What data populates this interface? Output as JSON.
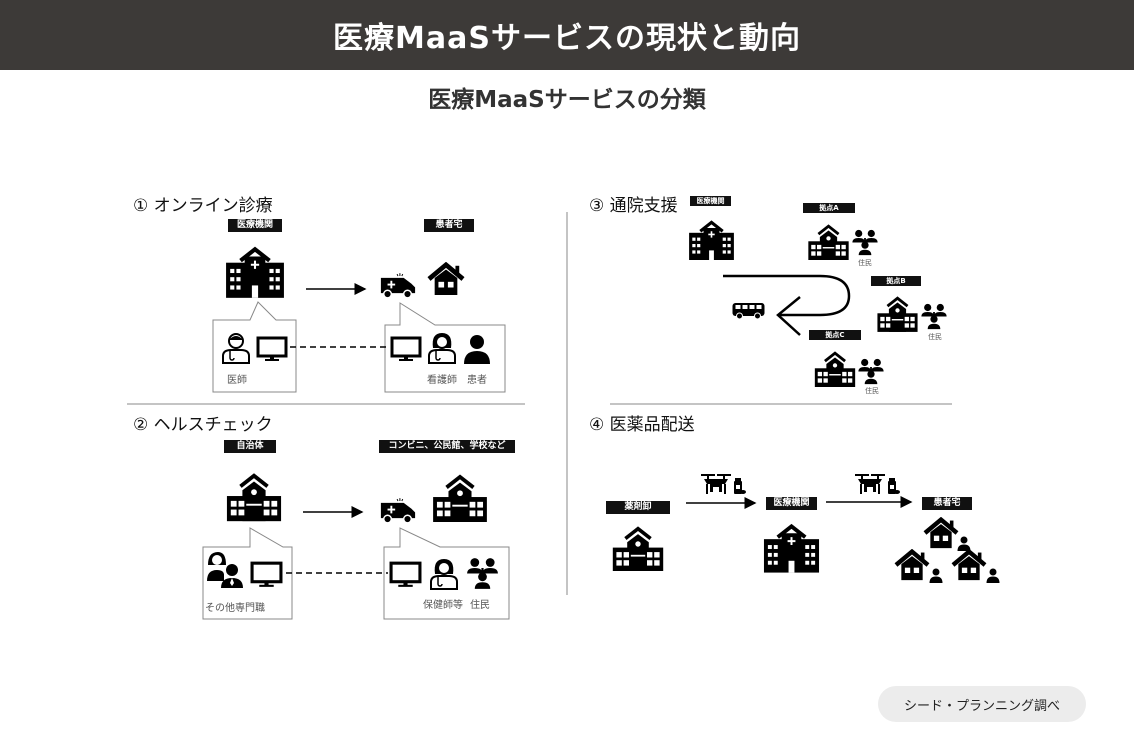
{
  "header": {
    "title": "医療MaaSサービスの現状と動向"
  },
  "subtitle": "医療MaaSサービスの分類",
  "sections": {
    "online": {
      "title": "① オンライン診療",
      "tag_from": "医療機関",
      "tag_to": "患者宅",
      "doctor": "医師",
      "nurse": "看護師",
      "patient": "患者"
    },
    "health": {
      "title": "② ヘルスチェック",
      "tag_from": "自治体",
      "tag_to": "コンビニ、公民館、学校など",
      "specialists": "その他専門職",
      "nurses": "保健師等",
      "residents": "住民"
    },
    "transport": {
      "title": "③ 通院支援",
      "tag_hospital": "医療機関",
      "tag_a": "拠点A",
      "tag_b": "拠点B",
      "tag_c": "拠点C",
      "residents": "住民"
    },
    "delivery": {
      "title": "④ 医薬品配送",
      "tag_wholesale": "薬剤卸",
      "tag_hospital": "医療機関",
      "tag_home": "患者宅"
    }
  },
  "source": "シード・プランニング調べ"
}
